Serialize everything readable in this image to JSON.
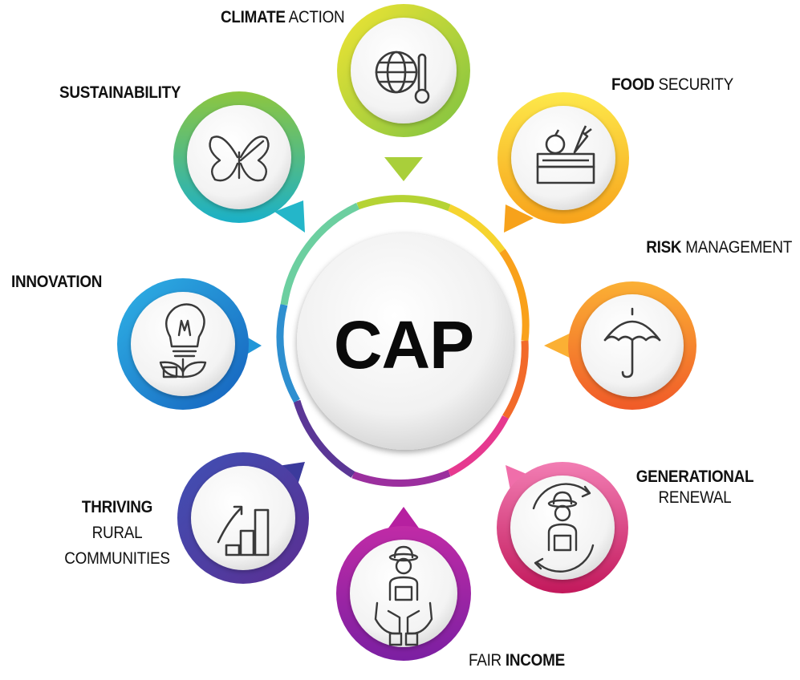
{
  "center": {
    "title": "CAP"
  },
  "segments": [
    {
      "id": "climate-action",
      "bold": "CLIMATE",
      "regular": "ACTION",
      "color_a": "#f2e533",
      "color_b": "#8ec63f",
      "icon": "globe-thermometer-icon"
    },
    {
      "id": "food-security",
      "bold": "FOOD",
      "regular": "SECURITY",
      "color_a": "#fde84a",
      "color_b": "#f7a21b",
      "icon": "vegetable-crate-icon"
    },
    {
      "id": "risk-management",
      "bold": "RISK",
      "regular": "MANAGEMENT",
      "color_a": "#fbb034",
      "color_b": "#f15a24",
      "icon": "umbrella-icon"
    },
    {
      "id": "generational-renewal",
      "bold": "GENERATIONAL",
      "regular": "RENEWAL",
      "color_a": "#f06eaa",
      "color_b": "#c2185b",
      "icon": "farmer-cycle-icon"
    },
    {
      "id": "fair-income",
      "bold": "INCOME",
      "regular": "FAIR",
      "color_a": "#b620a0",
      "color_b": "#7b1fa2",
      "icon": "farmer-hands-icon"
    },
    {
      "id": "thriving-rural-communities",
      "bold": "THRIVING",
      "line2": "RURAL",
      "line3": "COMMUNITIES",
      "color_a": "#5b2d91",
      "color_b": "#2e3192",
      "icon": "growth-chart-icon"
    },
    {
      "id": "innovation",
      "bold": "INNOVATION",
      "color_a": "#29abe2",
      "color_b": "#1565c0",
      "icon": "lightbulb-leaf-icon"
    },
    {
      "id": "sustainability",
      "bold": "SUSTAINABILITY",
      "color_a": "#8dc63f",
      "color_b": "#1fb5c9",
      "icon": "butterfly-leaf-icon"
    }
  ]
}
